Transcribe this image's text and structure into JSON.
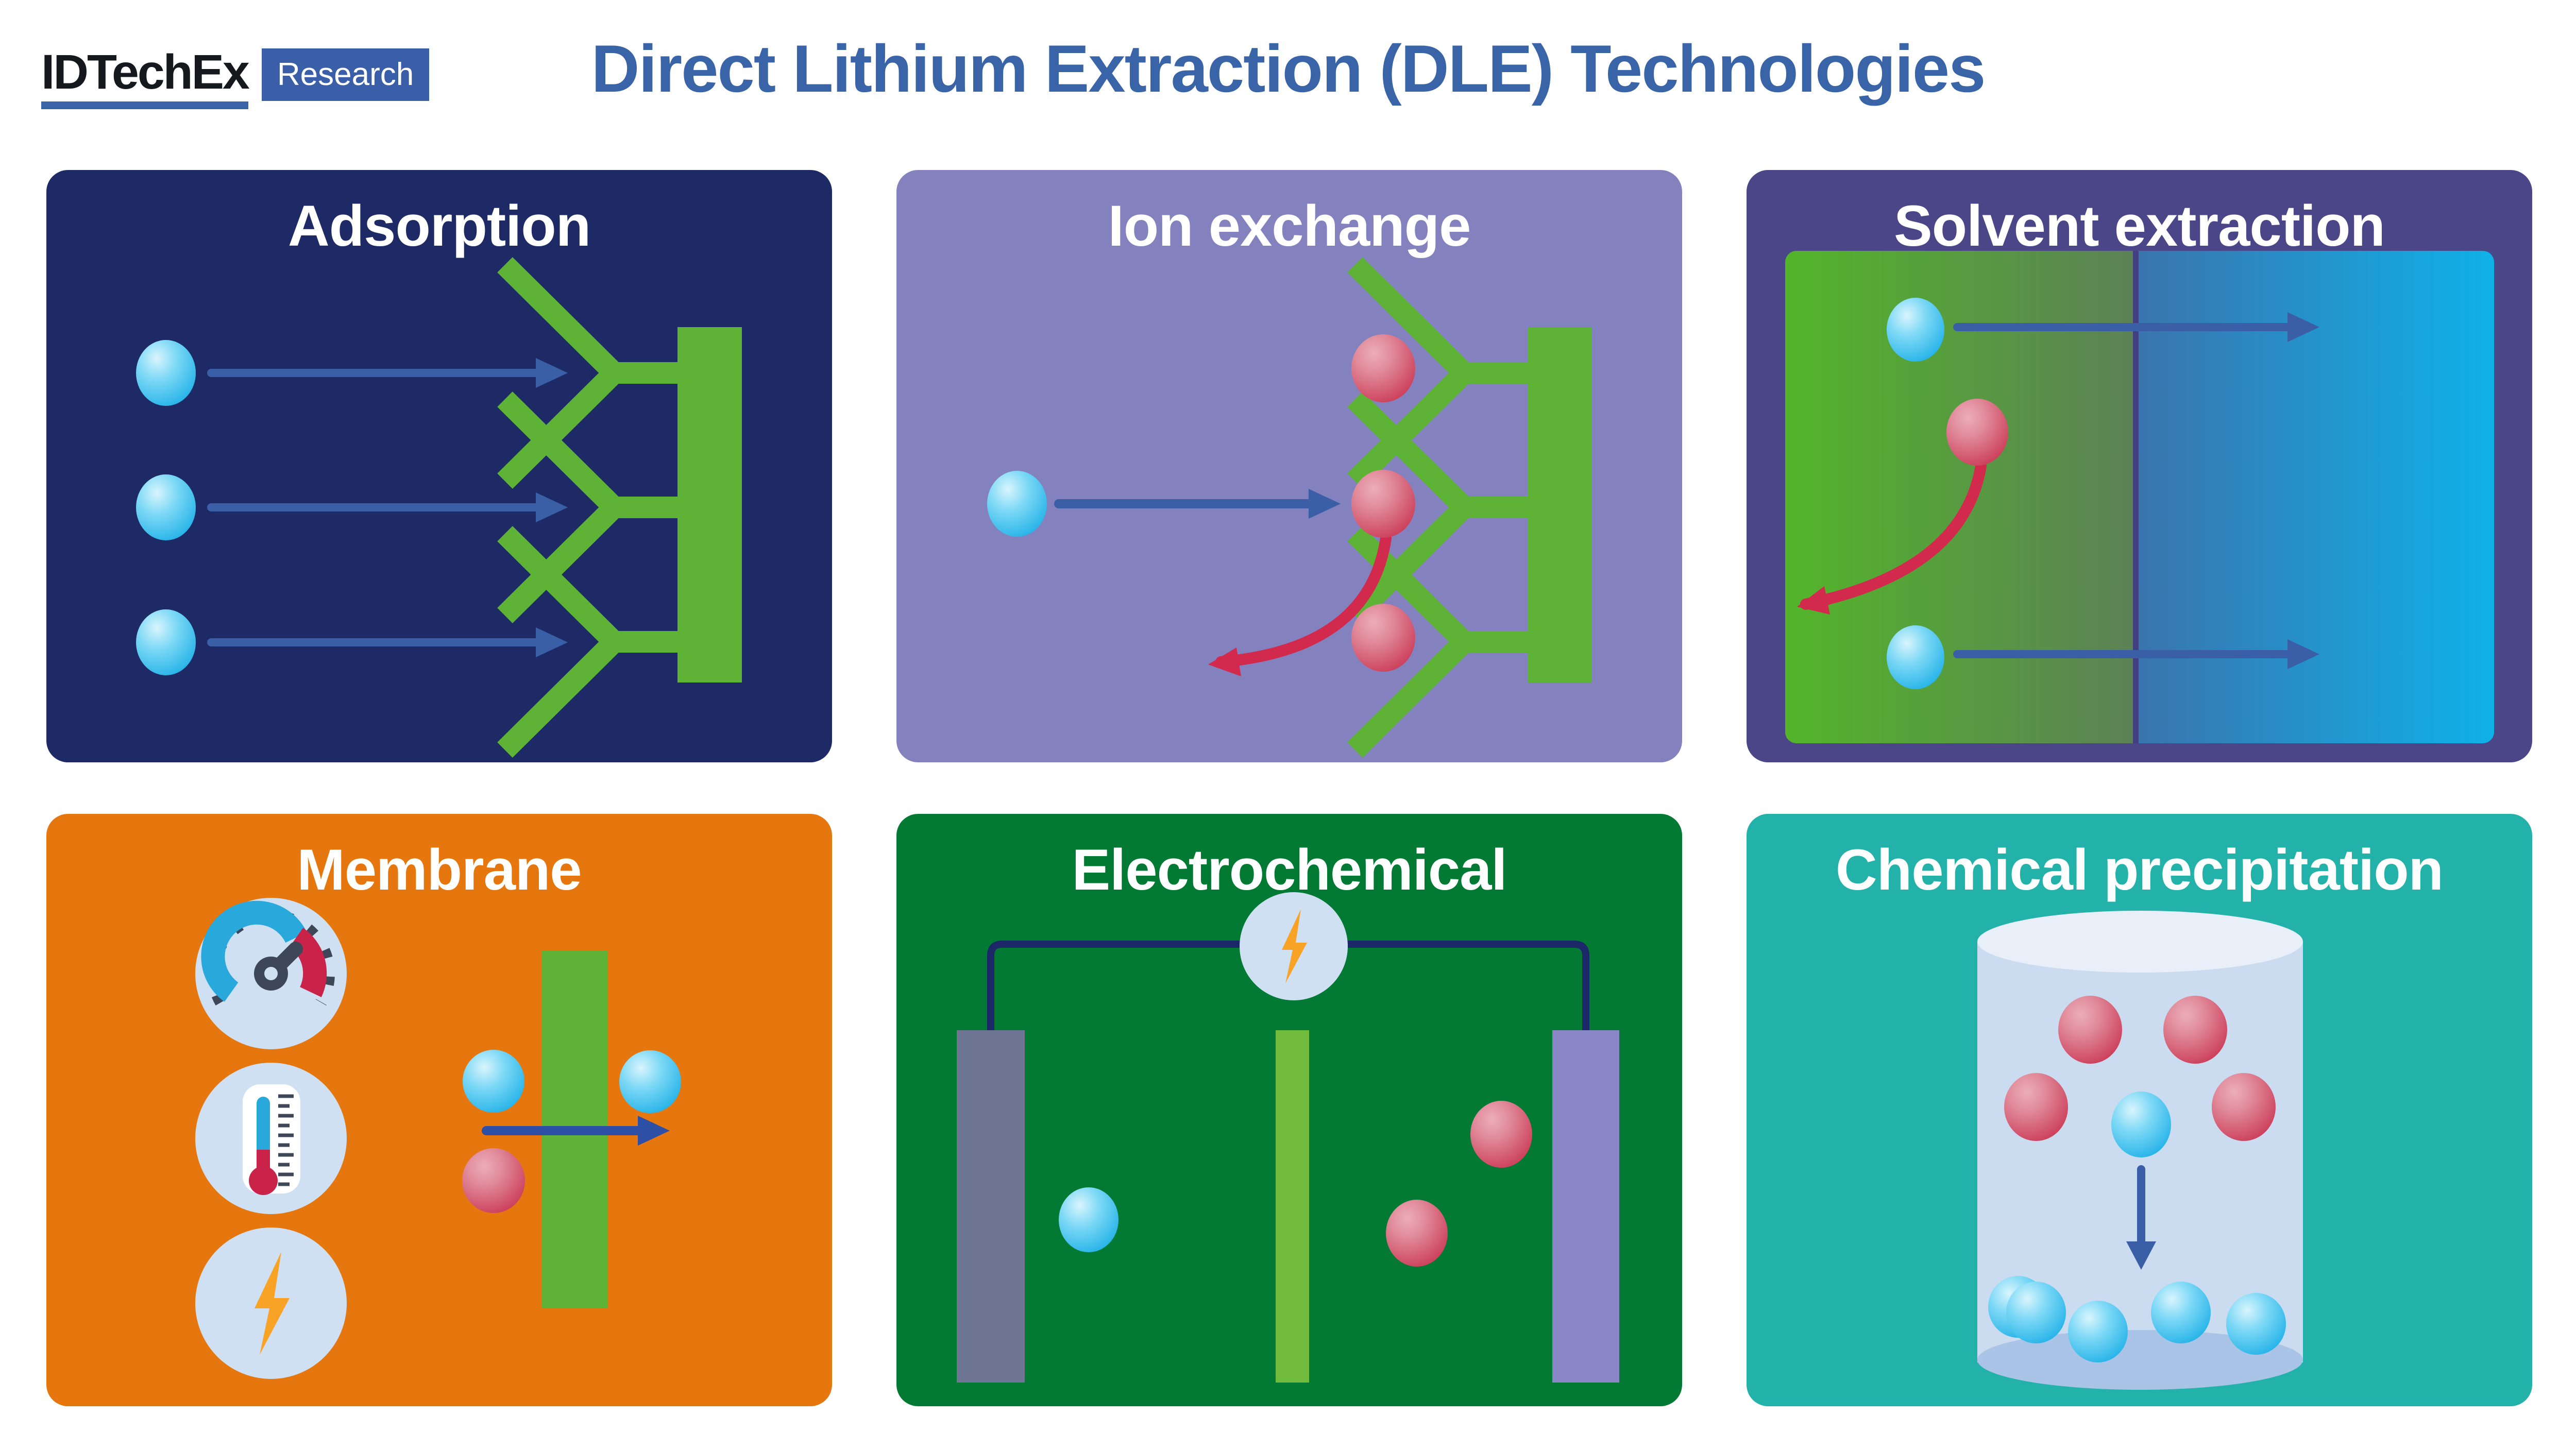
{
  "logo": {
    "brand": "IDTechEx",
    "badge": "Research"
  },
  "header": {
    "title": "Direct Lithium Extraction (DLE) Technologies"
  },
  "panels": [
    {
      "id": "adsorption",
      "title": "Adsorption"
    },
    {
      "id": "ion-exchange",
      "title": "Ion exchange"
    },
    {
      "id": "solvent-extraction",
      "title": "Solvent extraction"
    },
    {
      "id": "membrane",
      "title": "Membrane"
    },
    {
      "id": "electrochemical",
      "title": "Electrochemical"
    },
    {
      "id": "chemical-precipitation",
      "title": "Chemical precipitation"
    }
  ],
  "icons": [
    "pressure-gauge-icon",
    "thermometer-icon",
    "lightning-icon",
    "power-source-icon",
    "lithium-ion",
    "impurity-ion",
    "adsorbent-structure",
    "membrane-bar",
    "electrode",
    "beaker"
  ],
  "colors": {
    "title_blue": "#3a64a8",
    "panel_navy": "#1d2a66",
    "panel_purple": "#8481bf",
    "panel_violet_frame": "#4a4688",
    "panel_orange": "#e6760e",
    "panel_green": "#027a33",
    "panel_teal": "#22b2a9",
    "sorbent_green": "#5eb236",
    "electrode_gray": "#6e7694",
    "electrode_purple": "#8a87c6",
    "separator_green": "#70ba3d",
    "wire_navy": "#1b2766",
    "icon_circle_blue": "#cfe0f2",
    "bolt_orange": "#f9a326",
    "gauge_blue": "#29a8dc",
    "gauge_red": "#c9234a",
    "arrow_blue": "#3a5fa6",
    "arrow_red": "#d22a4c",
    "ion_blue": "#17ade6",
    "ion_red": "#c93350",
    "beaker_body": "#ccdcf0",
    "beaker_top": "#e9eff8",
    "beaker_bottom": "#a9c4e6",
    "solvent_green_gradient": [
      "#53b52a",
      "#5c8156"
    ],
    "solvent_blue_gradient": [
      "#3a74ad",
      "#0fb1e9"
    ]
  }
}
